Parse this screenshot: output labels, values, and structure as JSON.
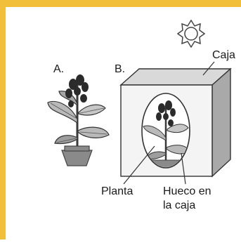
{
  "frame": {
    "border_color": "#f2bf3a"
  },
  "labels": {
    "a": "A.",
    "b": "B.",
    "box": "Caja",
    "plant": "Planta",
    "hole_line1": "Hueco en",
    "hole_line2": "la caja"
  },
  "icons": {
    "sun": "sun-icon",
    "plant_a": "potted-plant-icon",
    "box": "box-icon",
    "plant_b": "potted-plant-icon"
  },
  "colors": {
    "line": "#333333",
    "box_front": "#f4f4f4",
    "box_side": "#a9a9a9",
    "box_top": "#d9d9d9",
    "leaf": "#b9b9b9",
    "leaf_dark": "#6f6f6f",
    "berry": "#2b2b2b",
    "pot": "#8a8a8a"
  }
}
